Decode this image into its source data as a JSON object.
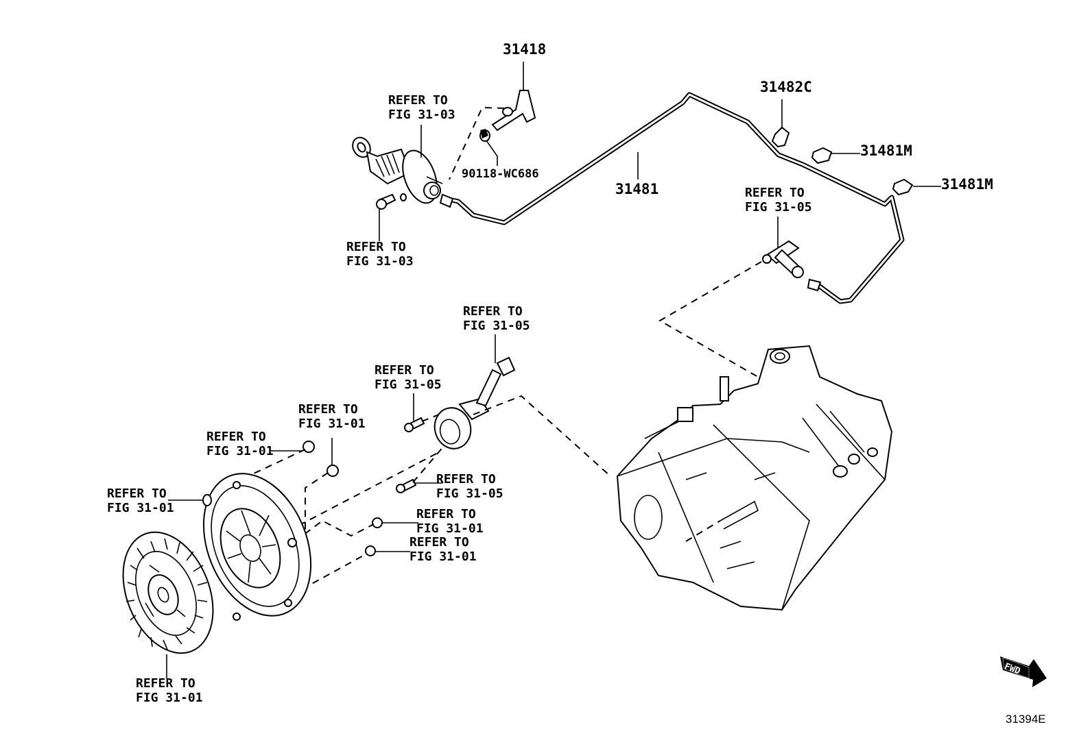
{
  "diagram": {
    "title_code": "31394E",
    "direction_indicator": "FWD",
    "part_numbers": [
      {
        "id": "31418",
        "label": "31418"
      },
      {
        "id": "31482C",
        "label": "31482C"
      },
      {
        "id": "31481M_a",
        "label": "31481M"
      },
      {
        "id": "31481M_b",
        "label": "31481M"
      },
      {
        "id": "31481",
        "label": "31481"
      },
      {
        "id": "90118-WC686",
        "label": "90118-WC686"
      }
    ],
    "references": [
      {
        "id": "ref_master_cyl_top",
        "line1": "REFER TO",
        "line2": "FIG 31-03"
      },
      {
        "id": "ref_master_cyl_bolt",
        "line1": "REFER TO",
        "line2": "FIG 31-03"
      },
      {
        "id": "ref_hose_right",
        "line1": "REFER TO",
        "line2": "FIG 31-05"
      },
      {
        "id": "ref_release_tube",
        "line1": "REFER TO",
        "line2": "FIG 31-05"
      },
      {
        "id": "ref_release_bolt_top",
        "line1": "REFER TO",
        "line2": "FIG 31-05"
      },
      {
        "id": "ref_cover_bolt_a",
        "line1": "REFER TO",
        "line2": "FIG 31-01"
      },
      {
        "id": "ref_cover_bolt_b",
        "line1": "REFER TO",
        "line2": "FIG 31-01"
      },
      {
        "id": "ref_clutch_cover",
        "line1": "REFER TO",
        "line2": "FIG 31-01"
      },
      {
        "id": "ref_release_bolt_low",
        "line1": "REFER TO",
        "line2": "FIG 31-05"
      },
      {
        "id": "ref_bolt_c",
        "line1": "REFER TO",
        "line2": "FIG 31-01"
      },
      {
        "id": "ref_bolt_d",
        "line1": "REFER TO",
        "line2": "FIG 31-01"
      },
      {
        "id": "ref_clutch_disc",
        "line1": "REFER TO",
        "line2": "FIG 31-01"
      }
    ]
  }
}
